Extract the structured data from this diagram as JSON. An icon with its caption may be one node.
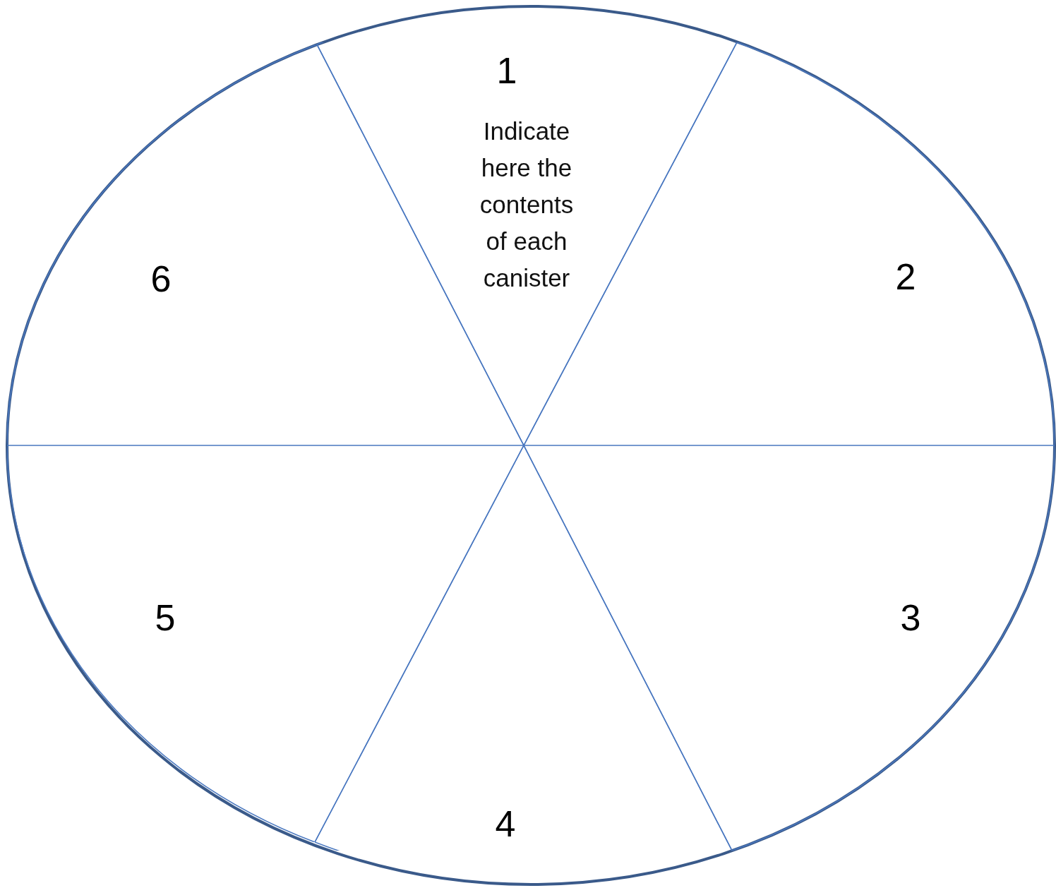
{
  "diagram": {
    "nodes": [
      {
        "text": [],
        "shape": "ellipse"
      },
      {
        "text": [
          "1",
          "Indicate here the contents of each canister"
        ],
        "in": 0
      },
      {
        "text": [
          "2"
        ],
        "in": 0
      },
      {
        "text": [
          "3"
        ],
        "in": 0
      },
      {
        "text": [
          "4"
        ],
        "in": 0
      },
      {
        "text": [
          "5"
        ],
        "in": 0
      },
      {
        "text": [
          "6"
        ],
        "in": 0
      }
    ]
  }
}
